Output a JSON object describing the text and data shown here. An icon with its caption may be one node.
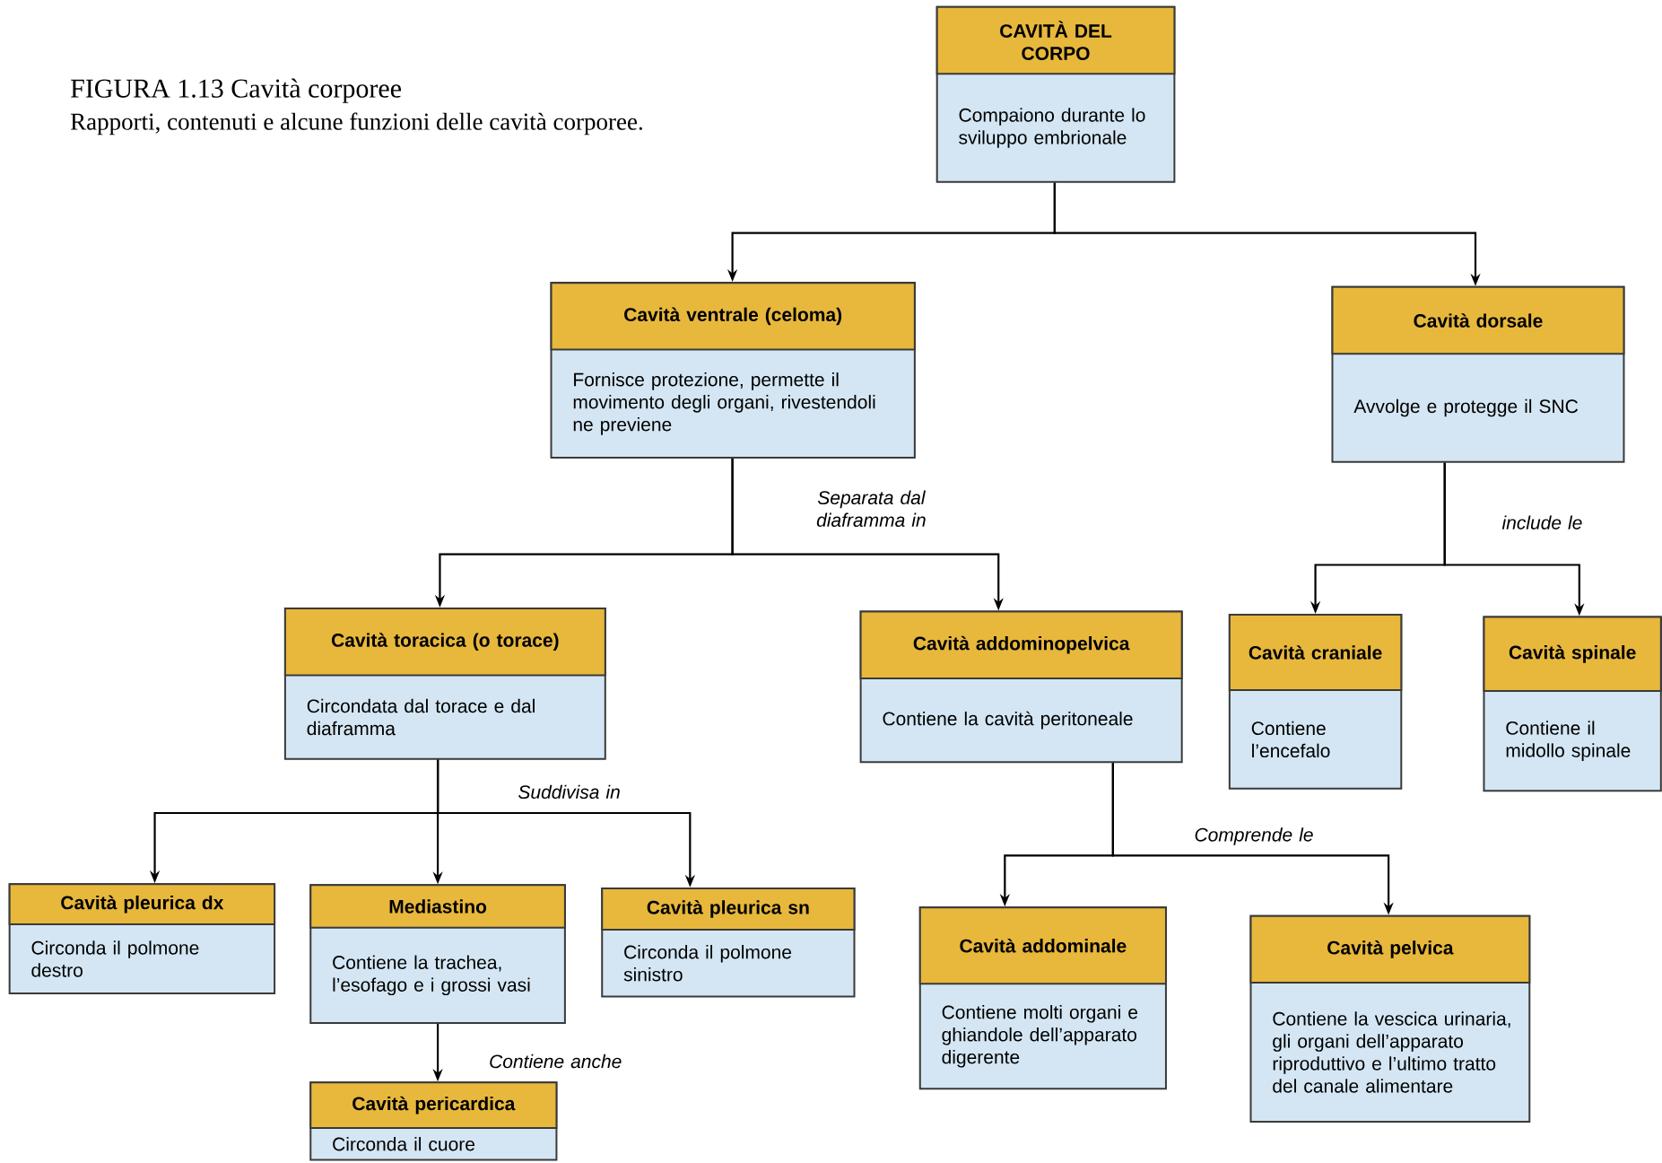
{
  "diagram": {
    "title": "FIGURA 1.13 Cavità corporee",
    "caption": "Rapporti, contenuti e alcune funzioni delle cavità corporee.",
    "nodes": [
      {
        "text": [
          "CAVITÀ DEL CORPO",
          "Compaiono durante lo sviluppo embrionale"
        ]
      },
      {
        "text": [
          "Cavità ventrale (celoma)",
          "Fornisce protezione, permette il movimento degli organi, rivestendoli ne previene"
        ]
      },
      {
        "text": [
          "Cavità dorsale",
          "Avvolge e protegge il SNC"
        ]
      },
      {
        "text": [
          "**Cavità toracica** (o torace)",
          "Circondata dal torace e dal diaframma"
        ]
      },
      {
        "text": [
          "Cavità addominopelvica",
          "Contiene la cavità peritoneale"
        ]
      },
      {
        "text": [
          "Cavità craniale",
          "Contiene l’encefalo"
        ]
      },
      {
        "text": [
          "Cavità spinale",
          "Contiene il midollo spinale"
        ]
      },
      {
        "text": [
          "Cavità pleurica dx",
          "Circonda il polmone destro"
        ]
      },
      {
        "text": [
          "Mediastino",
          "Contiene la trachea, l’esofago e i grossi vasi"
        ]
      },
      {
        "text": [
          "Cavità pleurica sn",
          "Circonda il polmone sinistro"
        ]
      },
      {
        "text": [
          "Cavità addominale",
          "Contiene molti organi e ghiandole dell’apparato digerente"
        ]
      },
      {
        "text": [
          "Cavità pelvica",
          "Contiene la vescica urinaria, gli organi dell’apparato riproduttivo e l’ultimo tratto del canale alimentare"
        ]
      },
      {
        "text": [
          "Cavità pericardica",
          "Circonda il cuore"
        ]
      }
    ],
    "edges": [
      {
        "from": 0,
        "to": 1,
        "arrow": "to"
      },
      {
        "from": 0,
        "to": 2,
        "arrow": "to"
      },
      {
        "from": 1,
        "to": 3,
        "arrow": "to"
      },
      {
        "from": 1,
        "to": 4,
        "arrow": "to",
        "label": "Separata dal diaframma in"
      },
      {
        "from": 2,
        "to": 5,
        "arrow": "to"
      },
      {
        "from": 2,
        "to": 6,
        "arrow": "to",
        "label": "include le"
      },
      {
        "from": 3,
        "to": 7,
        "arrow": "to"
      },
      {
        "from": 3,
        "to": 8,
        "arrow": "to"
      },
      {
        "from": 3,
        "to": 9,
        "arrow": "to",
        "label": "Suddivisa in"
      },
      {
        "from": 4,
        "to": 10,
        "arrow": "to"
      },
      {
        "from": 4,
        "to": 11,
        "arrow": "to",
        "label": "Comprende le"
      },
      {
        "from": 8,
        "to": 12,
        "arrow": "to",
        "label": "Contiene anche"
      }
    ]
  }
}
